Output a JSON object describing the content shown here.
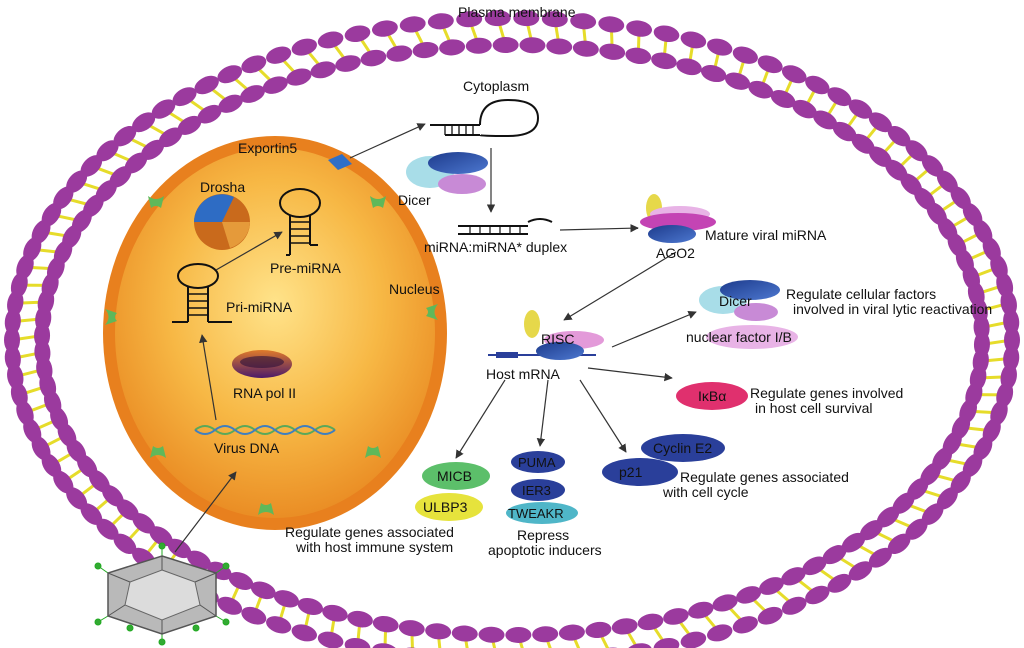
{
  "labels": {
    "plasma_membrane": "Plasma membrane",
    "cytoplasm": "Cytoplasm",
    "exportin5": "Exportin5",
    "drosha": "Drosha",
    "pre_mirna": "Pre-miRNA",
    "pri_mirna": "Pri-miRNA",
    "nucleus": "Nucleus",
    "rna_pol": "RNA pol II",
    "virus_dna": "Virus DNA",
    "dicer": "Dicer",
    "duplex": "miRNA:miRNA* duplex",
    "mature": "Mature viral miRNA",
    "ago2": "AGO2",
    "risc": "RISC",
    "host_mrna": "Host mRNA",
    "dicer2": "Dicer",
    "cellular_line1": "Regulate cellular factors",
    "cellular_line2": "involved in viral lytic reactivation",
    "nfib": "nuclear factor I/B",
    "ikba": "IκBα",
    "survival_line1": "Regulate genes involved",
    "survival_line2": "in host cell survival",
    "cyclin": "Cyclin E2",
    "p21": "p21",
    "cycle_line1": "Regulate genes associated",
    "cycle_line2": "with cell cycle",
    "micb": "MICB",
    "ulbp3": "ULBP3",
    "puma": "PUMA",
    "ier3": "IER3",
    "tweakr": "TWEAKR",
    "immune_line1": "Regulate genes associated",
    "immune_line2": "with host immune system",
    "apop_line1": "Repress",
    "apop_line2": "apoptotic inducers"
  },
  "colors": {
    "membrane_head": "#9b3a9e",
    "membrane_tail": "#e6dc2a",
    "nucleus_fill": "#f2a93a",
    "nucleus_rim": "#e8801e",
    "pore": "#5fb85a",
    "ikba": "#e0306e",
    "micb": "#5cbf6a",
    "ulbp3": "#e6e33c",
    "dark_blue": "#2a3f9a",
    "teal": "#4fb6c8"
  }
}
